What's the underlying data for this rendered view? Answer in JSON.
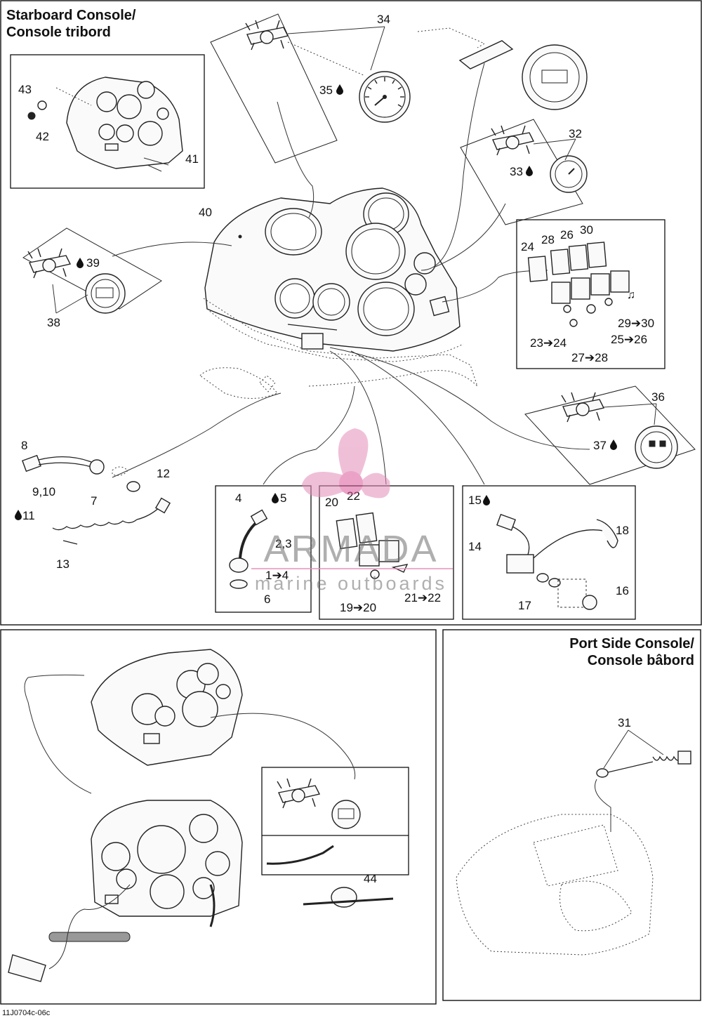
{
  "titles": {
    "starboard_line1": "Starboard Console/",
    "starboard_line2": "Console tribord",
    "port_line1": "Port Side Console/",
    "port_line2": "Console bâbord"
  },
  "callouts": {
    "c1_4": "1➔4",
    "c2_3": "2,3",
    "c4": "4",
    "c5": "5",
    "c6": "6",
    "c7": "7",
    "c8": "8",
    "c9_10": "9,10",
    "c11": "11",
    "c12": "12",
    "c13": "13",
    "c14": "14",
    "c15": "15",
    "c16": "16",
    "c17": "17",
    "c18": "18",
    "c19_20": "19➔20",
    "c20": "20",
    "c21_22": "21➔22",
    "c22": "22",
    "c23_24": "23➔24",
    "c24": "24",
    "c25_26": "25➔26",
    "c26": "26",
    "c27_28": "27➔28",
    "c28": "28",
    "c29_30": "29➔30",
    "c30": "30",
    "c31": "31",
    "c32": "32",
    "c33": "33",
    "c34": "34",
    "c35": "35",
    "c36": "36",
    "c37": "37",
    "c38": "38",
    "c39": "39",
    "c40": "40",
    "c41": "41",
    "c42": "42",
    "c43": "43",
    "c44": "44"
  },
  "watermark": {
    "brand": "ARMADA",
    "tagline": "marine outboards"
  },
  "figure_code": "11J0704c-06c"
}
